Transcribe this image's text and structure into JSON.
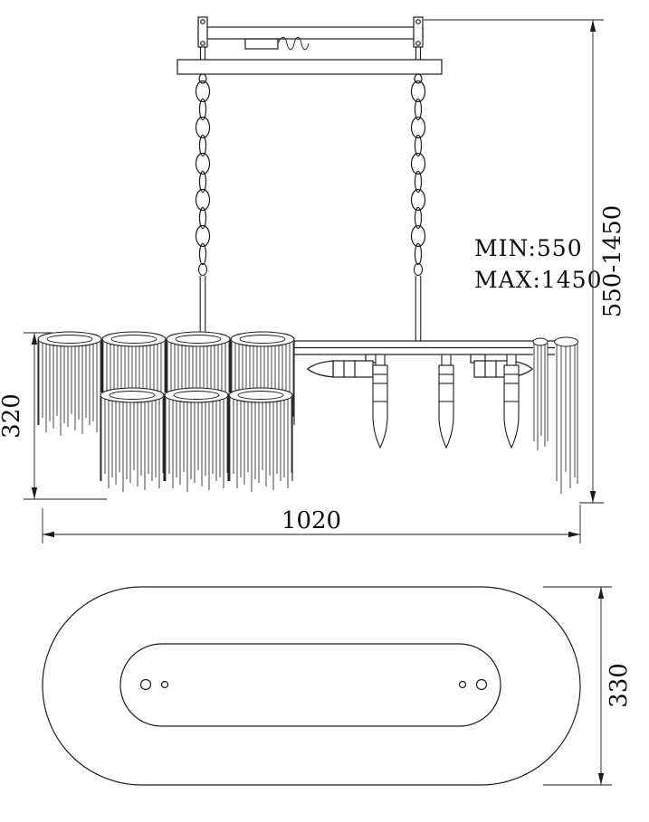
{
  "dims": {
    "min_label": "MIN:550",
    "max_label": "MAX:1450",
    "height_range": "550-1450",
    "body_height": "320",
    "body_width": "1020",
    "body_depth": "330"
  }
}
